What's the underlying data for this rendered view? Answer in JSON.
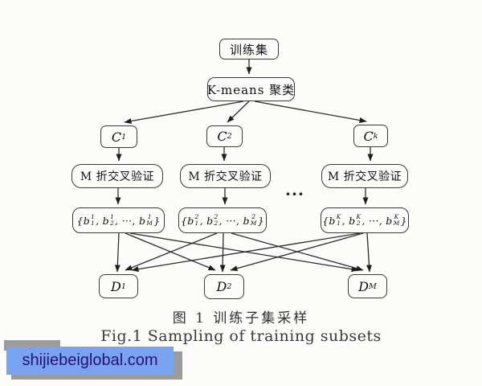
{
  "diagram": {
    "nodes": {
      "train": {
        "label": "训练集"
      },
      "kmeans": {
        "label": "K-means 聚类"
      },
      "c1": {
        "label": "C_1"
      },
      "c2": {
        "label": "C_2"
      },
      "ck": {
        "label": "C_k"
      },
      "m1": {
        "label": "M 折交叉验证"
      },
      "m2": {
        "label": "M 折交叉验证"
      },
      "m3": {
        "label": "M 折交叉验证"
      },
      "s1": {
        "label": "{b_1^1, b_2^1, ···, b_M^1}"
      },
      "s2": {
        "label": "{b_1^2, b_2^2, ···, b_M^2}"
      },
      "s3": {
        "label": "{b_1^K, b_2^K, ···, b_M^K}"
      },
      "d1": {
        "label": "D_1"
      },
      "d2": {
        "label": "D_2"
      },
      "dm": {
        "label": "D_M"
      }
    },
    "ellipsis": "···",
    "caption_zh": "图 1  训练子集采样",
    "caption_en": "Fig.1  Sampling of training subsets"
  },
  "watermark": {
    "text": "shijiebeiglobal.com",
    "bg_color": "#79a3ee",
    "shadow_color": "#9b9b9b",
    "text_color": "#2b1272"
  },
  "colors": {
    "line": "#2c2c2c",
    "box_border": "#3b3b3b",
    "background": "#fcfcfb"
  }
}
